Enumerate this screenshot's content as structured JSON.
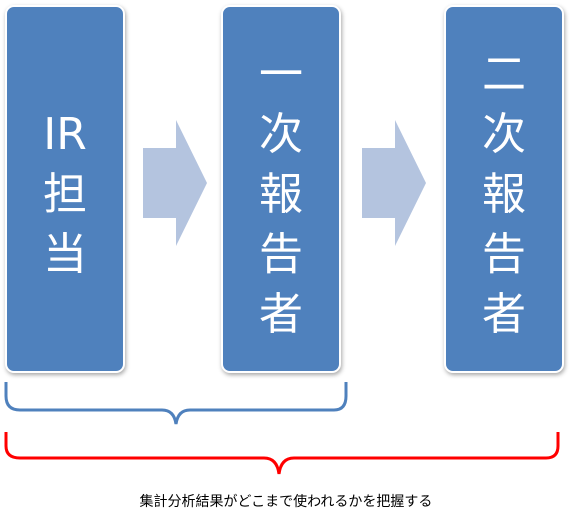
{
  "boxes": [
    {
      "id": "ir",
      "chars": [
        "IR",
        "担",
        "当"
      ]
    },
    {
      "id": "first",
      "chars": [
        "一",
        "次",
        "報",
        "告",
        "者"
      ]
    },
    {
      "id": "second",
      "chars": [
        "二",
        "次",
        "報",
        "告",
        "者"
      ]
    }
  ],
  "caption": "集計分析結果がどこまで使われるかを把握する",
  "colors": {
    "box_fill": "#4f81bd",
    "arrow_fill": "#b4c4df",
    "blue_bracket": "#4f81bd",
    "red_bracket": "#ff0000"
  }
}
